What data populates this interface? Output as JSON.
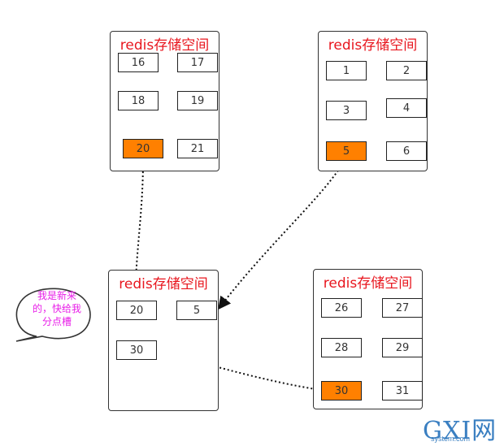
{
  "colors": {
    "node_title": "#e8161e",
    "highlight": "#ff8000",
    "bubble_text": "#e81ee8",
    "watermark": "#3a7fc1"
  },
  "nodes": [
    {
      "title": "redis存储空间",
      "cells": [
        "16",
        "17",
        "18",
        "19",
        "20",
        "21"
      ],
      "highlighted": [
        "20"
      ]
    },
    {
      "title": "redis存储空间",
      "cells": [
        "1",
        "2",
        "3",
        "4",
        "5",
        "6"
      ],
      "highlighted": [
        "5"
      ]
    },
    {
      "title": "redis存储空间",
      "cells": [
        "20",
        "5",
        "30"
      ],
      "highlighted": []
    },
    {
      "title": "redis存储空间",
      "cells": [
        "26",
        "27",
        "28",
        "29",
        "30",
        "31"
      ],
      "highlighted": [
        "30"
      ]
    }
  ],
  "bubble": {
    "lines": [
      "我是新来",
      "的，快给我",
      "分点槽"
    ]
  },
  "watermark": {
    "main": "GXI网",
    "sub": "system.com"
  }
}
